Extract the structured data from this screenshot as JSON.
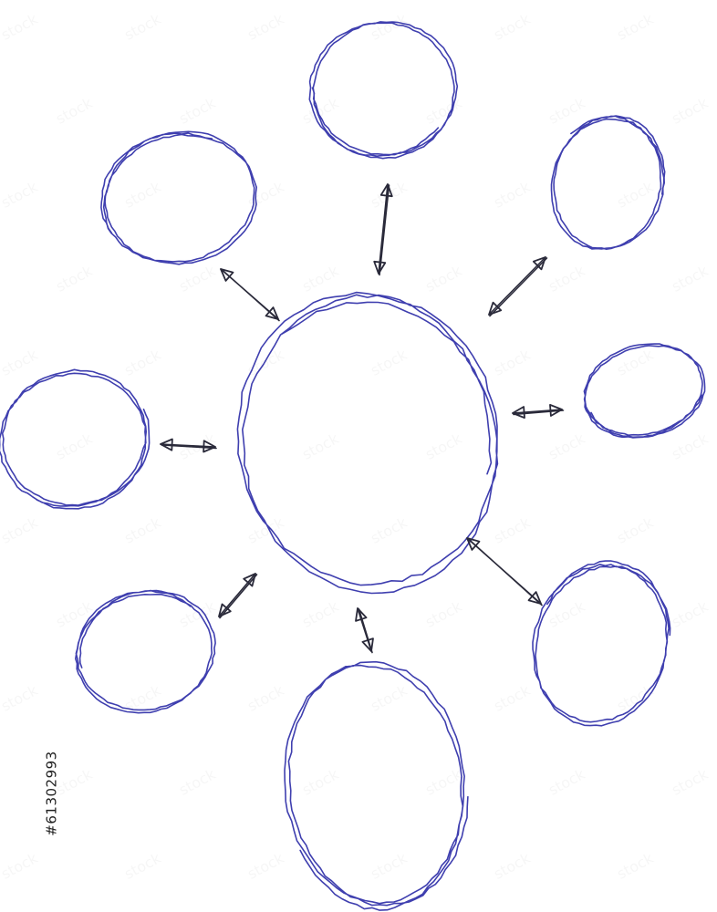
{
  "diagram": {
    "stroke_color": "#2f2fa8",
    "arrow_color": "#2a2a3a",
    "background": "#ffffff",
    "center_node": "center-oval",
    "nodes": [
      "oval-top",
      "oval-upper-right",
      "oval-right",
      "oval-lower-right",
      "oval-bottom",
      "oval-lower-left",
      "oval-left",
      "oval-upper-left"
    ],
    "connectors": "double-headed-arrow"
  },
  "watermark": {
    "image_id": "#61302993",
    "tile_text": "stock"
  }
}
